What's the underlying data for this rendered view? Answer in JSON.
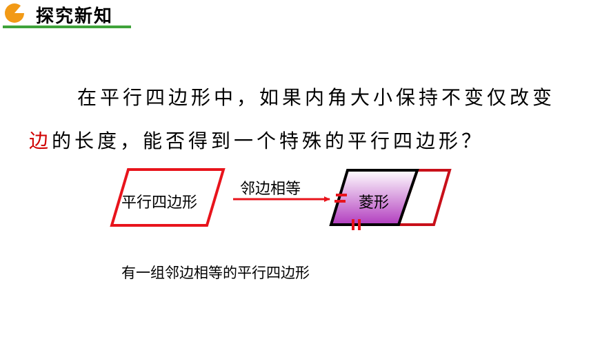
{
  "header": {
    "title": "探究新知",
    "accent_color": "#3fa33a",
    "icon": "pie-chart-icon"
  },
  "content": {
    "question_line1": "在平行四边形中，如果内角大小保持不变仅改变",
    "question_highlight": "边",
    "question_line2_rest": "的长度，能否得到一个特殊的平行四边形？"
  },
  "diagram": {
    "parallelogram_label": "平行四边形",
    "arrow_label": "邻边相等",
    "rhombus_label": "菱形",
    "definition": "有一组邻边相等的平行四边形",
    "outline_color": "#e8141c",
    "fill_top": "#ffffff",
    "fill_bottom": "#b23dbf"
  }
}
